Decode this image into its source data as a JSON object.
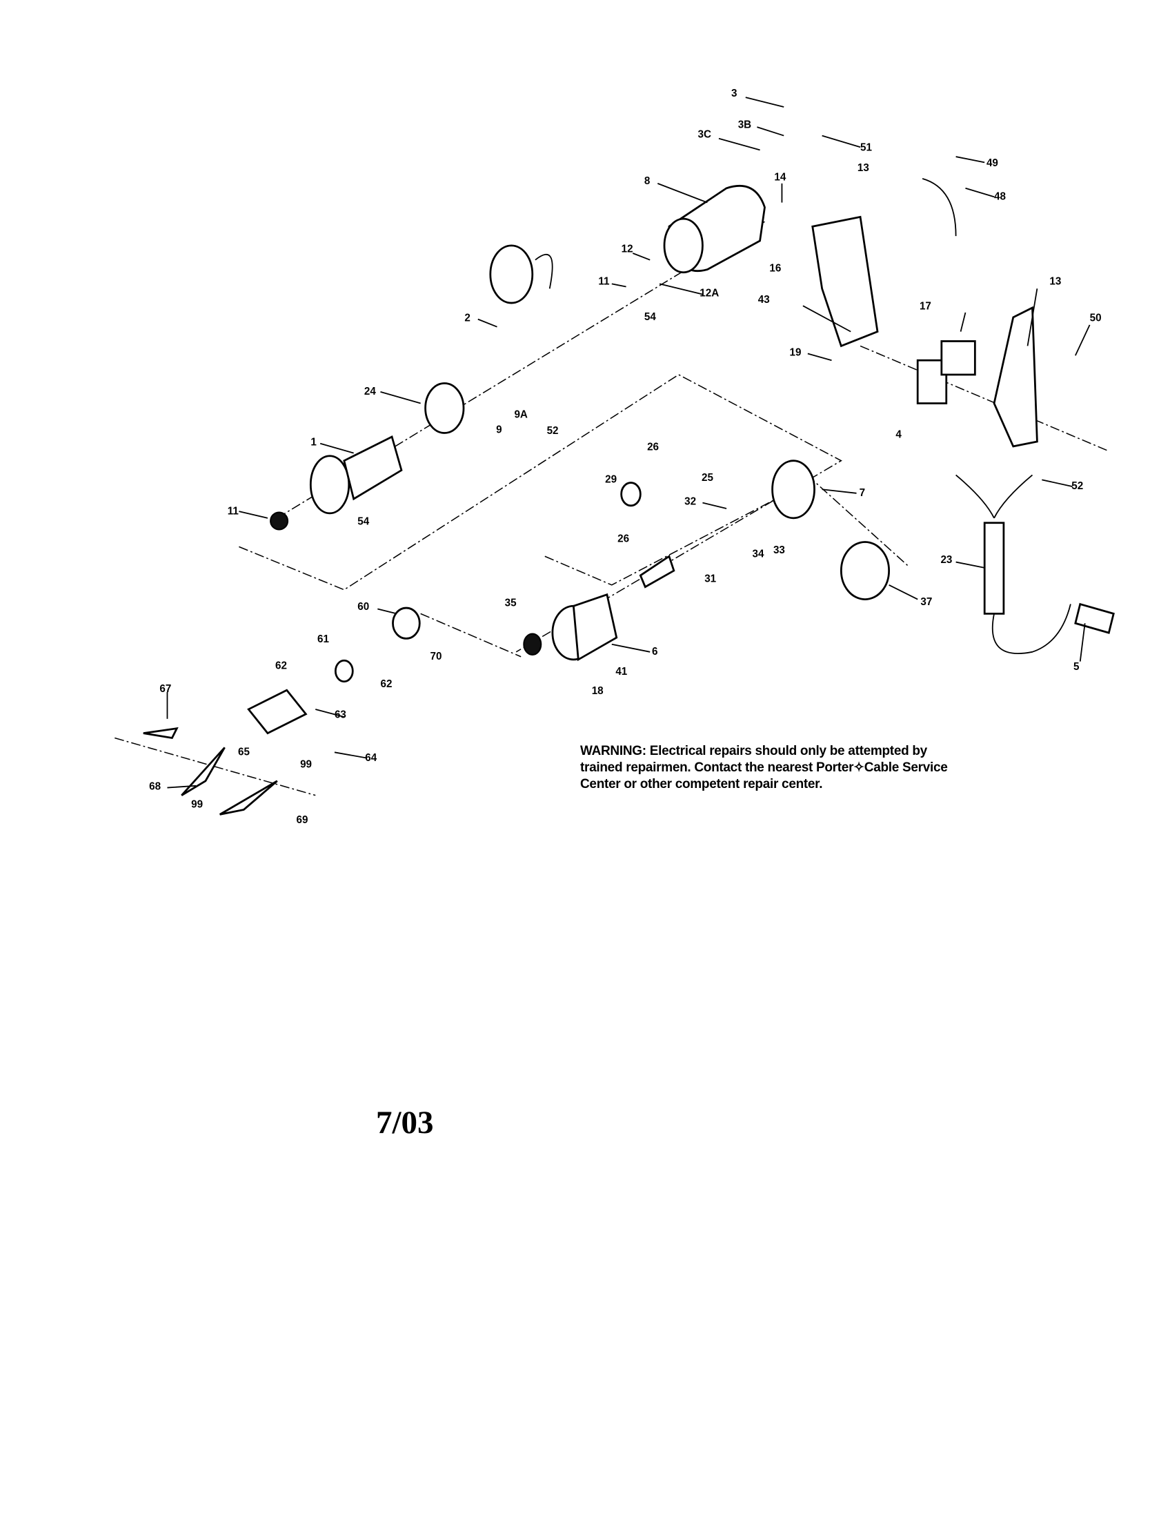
{
  "labels": [
    "3",
    "3B",
    "3C",
    "51",
    "8",
    "14",
    "13",
    "49",
    "48",
    "12",
    "11",
    "12A",
    "16",
    "43",
    "17",
    "13",
    "50",
    "54",
    "2",
    "24",
    "9A",
    "9",
    "52",
    "19",
    "4",
    "1",
    "26",
    "25",
    "29",
    "7",
    "11",
    "54",
    "32",
    "26",
    "34",
    "33",
    "31",
    "23",
    "52",
    "37",
    "5",
    "60",
    "61",
    "70",
    "35",
    "6",
    "41",
    "18",
    "62",
    "62",
    "67",
    "63",
    "65",
    "64",
    "99",
    "68",
    "99",
    "69"
  ],
  "warning": {
    "line1": "WARNING:  Electrical repairs should only be attempted by",
    "line2": "trained repairmen.  Contact the nearest Porter✧Cable Service",
    "line3": "Center or other competent repair center."
  },
  "date": "7/03"
}
